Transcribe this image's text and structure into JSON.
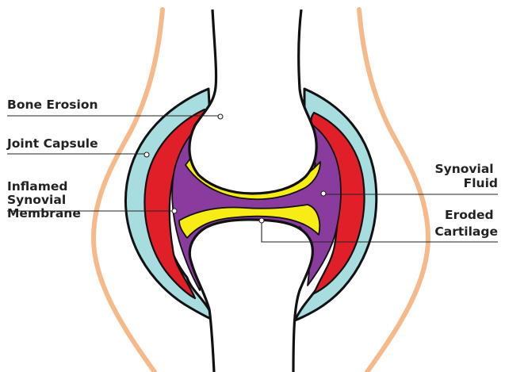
{
  "labels": {
    "bone_erosion": "Bone Erosion",
    "joint_capsule": "Joint Capsule",
    "inflamed_synovial_membrane": [
      "Inflamed",
      "Synovial",
      "Membrane"
    ],
    "synovial_fluid": [
      "Synovial",
      "Fluid"
    ],
    "eroded_cartilage": [
      "Eroded",
      "Cartilage"
    ]
  },
  "colors": {
    "skin_outline": "#f6b98a",
    "joint_capsule": "#a8dde0",
    "inflamed_membrane": "#e01f29",
    "synovial_fluid": "#8a3c9e",
    "cartilage": "#f7ec15",
    "bone_outline": "#111111"
  }
}
